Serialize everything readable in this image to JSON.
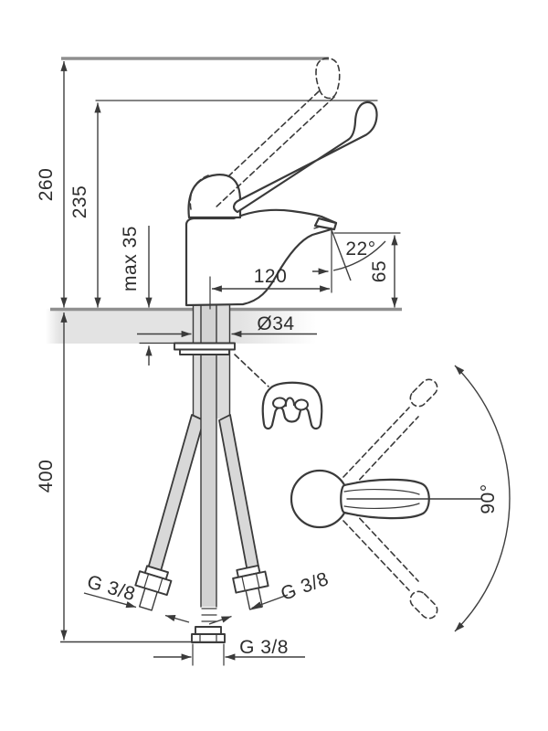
{
  "drawing": {
    "title": "single-lever-clinical-basin-mixer-dimension-drawing",
    "labels": {
      "overall_height": "260",
      "lever_height": "235",
      "max_deck_thickness": "max 35",
      "hose_length": "400",
      "spout_reach": "120",
      "outlet_angle": "22°",
      "outlet_height": "65",
      "hole_diameter": "Ø34",
      "thread_left": "G 3/8",
      "thread_right": "G 3/8",
      "thread_center": "G 3/8",
      "swivel_angle": "90°"
    },
    "colors": {
      "line": "#3a3a3a",
      "reference_line": "#8f8f8f",
      "hose_fill": "#d8d8d8",
      "counter_fill": "#e3e3e3",
      "text": "#2d2d2d",
      "background": "#ffffff"
    }
  }
}
